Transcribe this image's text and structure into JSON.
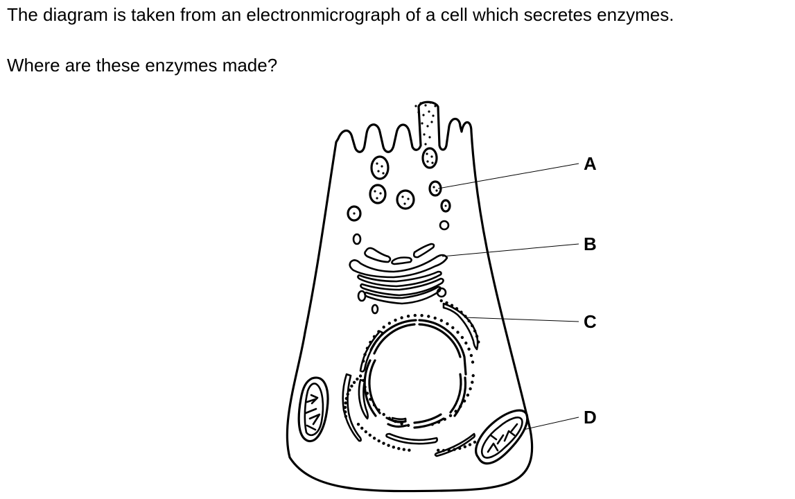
{
  "question": {
    "line1": "The diagram is taken from an electronmicrograph of a cell which secretes enzymes.",
    "line2": "Where are these enzymes made?"
  },
  "diagram": {
    "labels": [
      {
        "key": "A",
        "text": "A"
      },
      {
        "key": "B",
        "text": "B"
      },
      {
        "key": "C",
        "text": "C"
      },
      {
        "key": "D",
        "text": "D"
      }
    ]
  },
  "colors": {
    "ink": "#000000",
    "background": "#ffffff"
  }
}
